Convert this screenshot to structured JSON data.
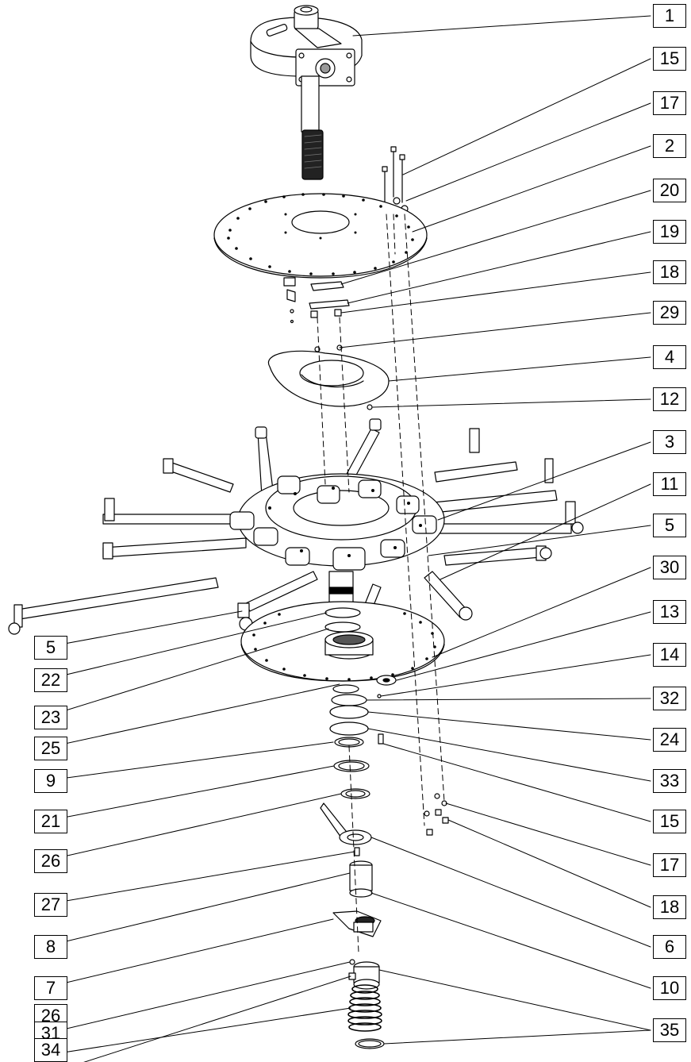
{
  "diagram": {
    "type": "exploded-parts-diagram",
    "line_color": "#000000",
    "background": "#ffffff",
    "callouts_right": [
      "1",
      "15",
      "17",
      "2",
      "20",
      "19",
      "18",
      "29",
      "4",
      "12",
      "3",
      "11",
      "5",
      "30",
      "13",
      "14",
      "32",
      "24",
      "33",
      "15",
      "17",
      "18",
      "6",
      "10",
      "35"
    ],
    "callouts_left": [
      "5",
      "22",
      "23",
      "25",
      "9",
      "21",
      "26",
      "27",
      "8",
      "7",
      "26",
      "31",
      "34"
    ]
  }
}
